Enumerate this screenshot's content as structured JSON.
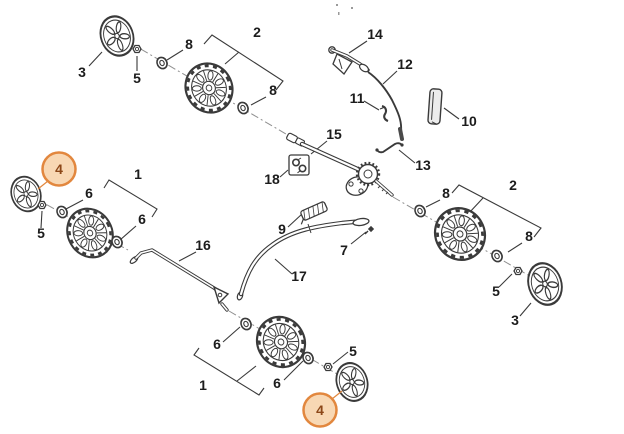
{
  "diagram": {
    "title_hint": "exploded-parts-diagram",
    "background": "#ffffff",
    "ink_color": "#3a3a3a",
    "centerline_color": "#8f8f8f",
    "highlight_fill": "#f8d8b4",
    "highlight_stroke": "#e2873e",
    "highlight_text_color": "#8c4718",
    "callouts": [
      {
        "label": "3"
      },
      {
        "label": "5"
      },
      {
        "label": "8"
      },
      {
        "label": "2"
      },
      {
        "label": "8"
      },
      {
        "label": "14"
      },
      {
        "label": "12"
      },
      {
        "label": "11"
      },
      {
        "label": "10"
      },
      {
        "label": "15"
      },
      {
        "label": "13"
      },
      {
        "label": "18"
      },
      {
        "label": "8"
      },
      {
        "label": "2"
      },
      {
        "label": "8"
      },
      {
        "label": "5"
      },
      {
        "label": "3"
      },
      {
        "label": "4",
        "highlighted": true
      },
      {
        "label": "6"
      },
      {
        "label": "1"
      },
      {
        "label": "6"
      },
      {
        "label": "5"
      },
      {
        "label": "16"
      },
      {
        "label": "9"
      },
      {
        "label": "17"
      },
      {
        "label": "7"
      },
      {
        "label": "6"
      },
      {
        "label": "1"
      },
      {
        "label": "6"
      },
      {
        "label": "5"
      },
      {
        "label": "4",
        "highlighted": true
      }
    ]
  }
}
